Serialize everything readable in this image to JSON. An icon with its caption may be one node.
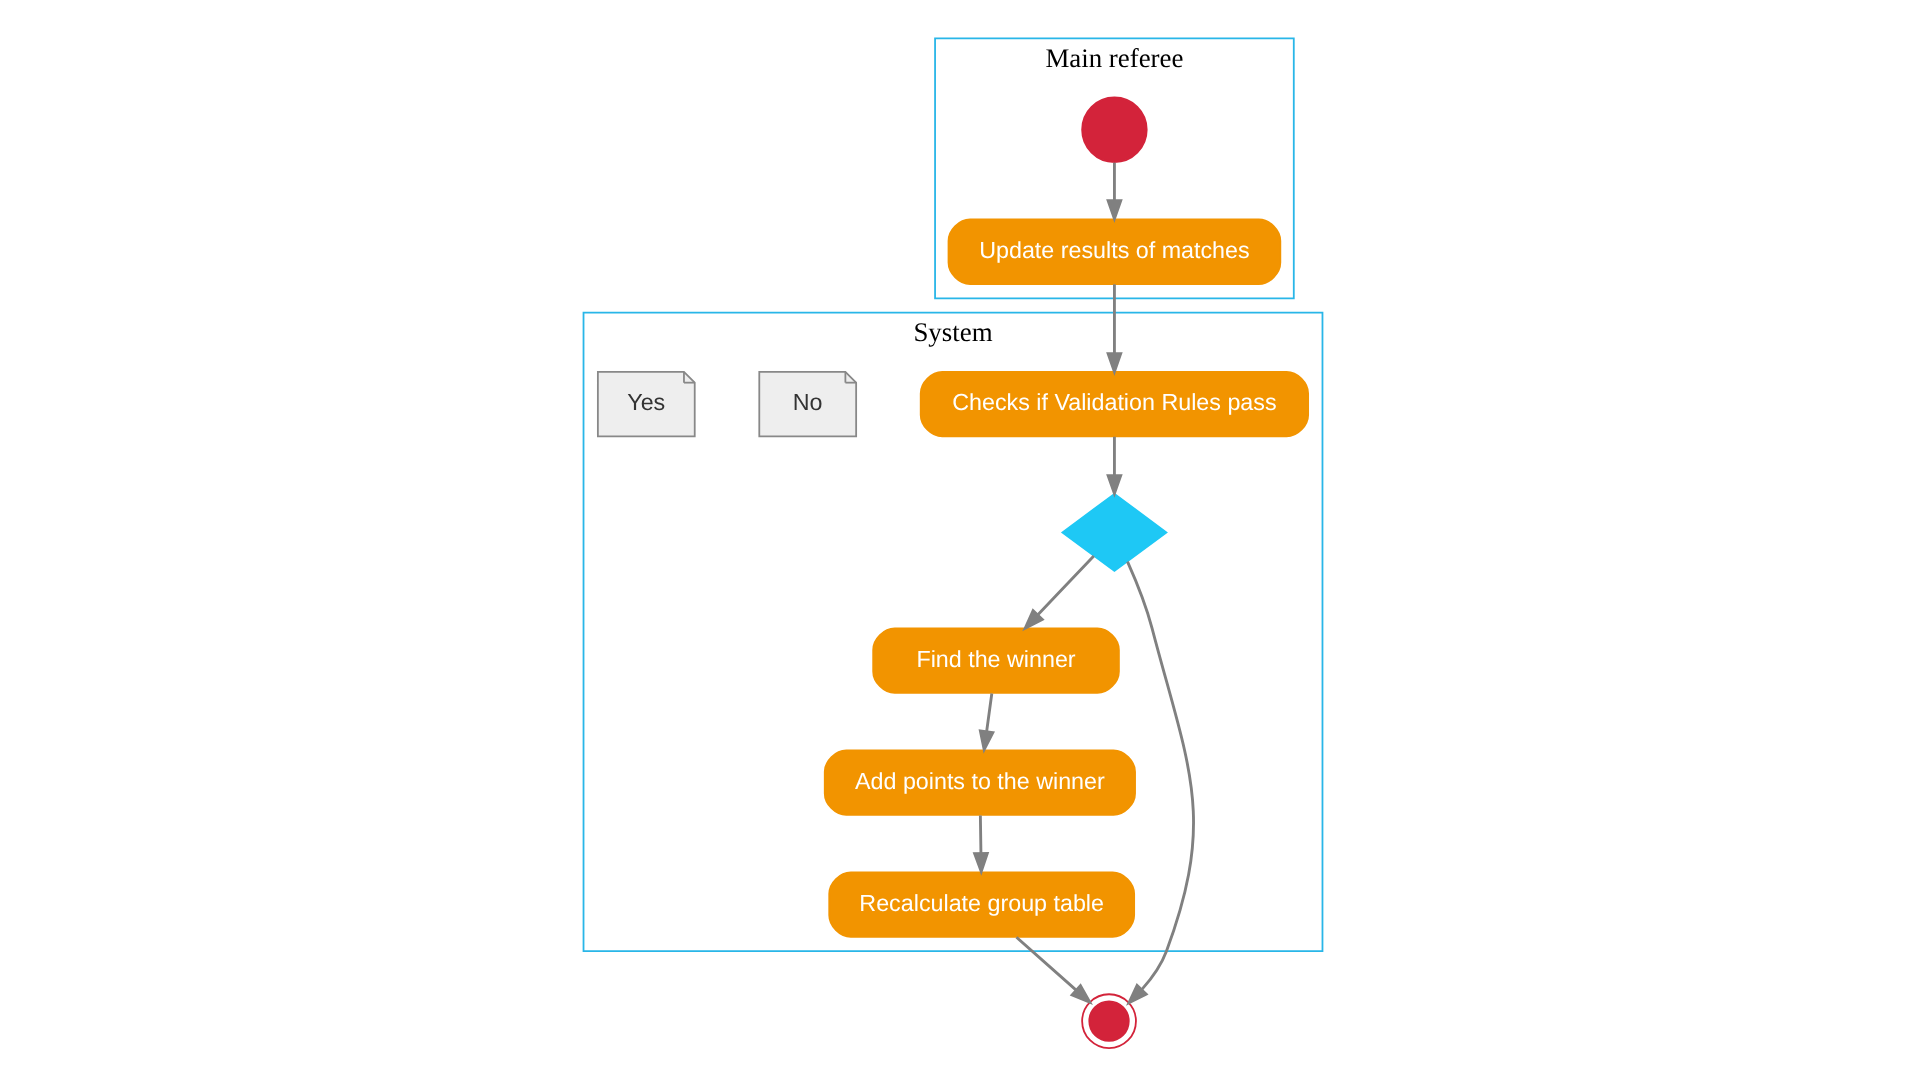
{
  "diagram": {
    "nodes": [
      {
        "text": [
          "Main referee"
        ]
      },
      {
        "text": [
          "System"
        ]
      },
      {
        "text": [],
        "shape": "circle",
        "in": 0
      },
      {
        "text": [
          "Update results of matches"
        ],
        "in": 0
      },
      {
        "text": [
          "Checks if Validation Rules pass"
        ],
        "in": 1
      },
      {
        "text": [],
        "shape": "diamond",
        "in": 1
      },
      {
        "text": [
          "No"
        ],
        "in": 1
      },
      {
        "text": [
          "Yes"
        ],
        "in": 1
      },
      {
        "text": [
          "Find the winner"
        ],
        "in": 1
      },
      {
        "text": [
          "Add points to the winner"
        ],
        "in": 1
      },
      {
        "text": [
          "Recalculate group table"
        ],
        "in": 1
      },
      {
        "text": [],
        "shape": "circle"
      }
    ],
    "edges": [
      {
        "from": 2,
        "to": 3,
        "arrow": "to"
      },
      {
        "from": 3,
        "to": 4,
        "arrow": "to"
      },
      {
        "from": 4,
        "to": 5,
        "arrow": "to"
      },
      {
        "from": 5,
        "to": 11,
        "arrow": "to"
      },
      {
        "from": 5,
        "to": 8,
        "arrow": "to"
      },
      {
        "from": 8,
        "to": 9,
        "arrow": "to"
      },
      {
        "from": 9,
        "to": 10,
        "arrow": "to"
      },
      {
        "from": 10,
        "to": 11,
        "arrow": "to"
      }
    ]
  }
}
